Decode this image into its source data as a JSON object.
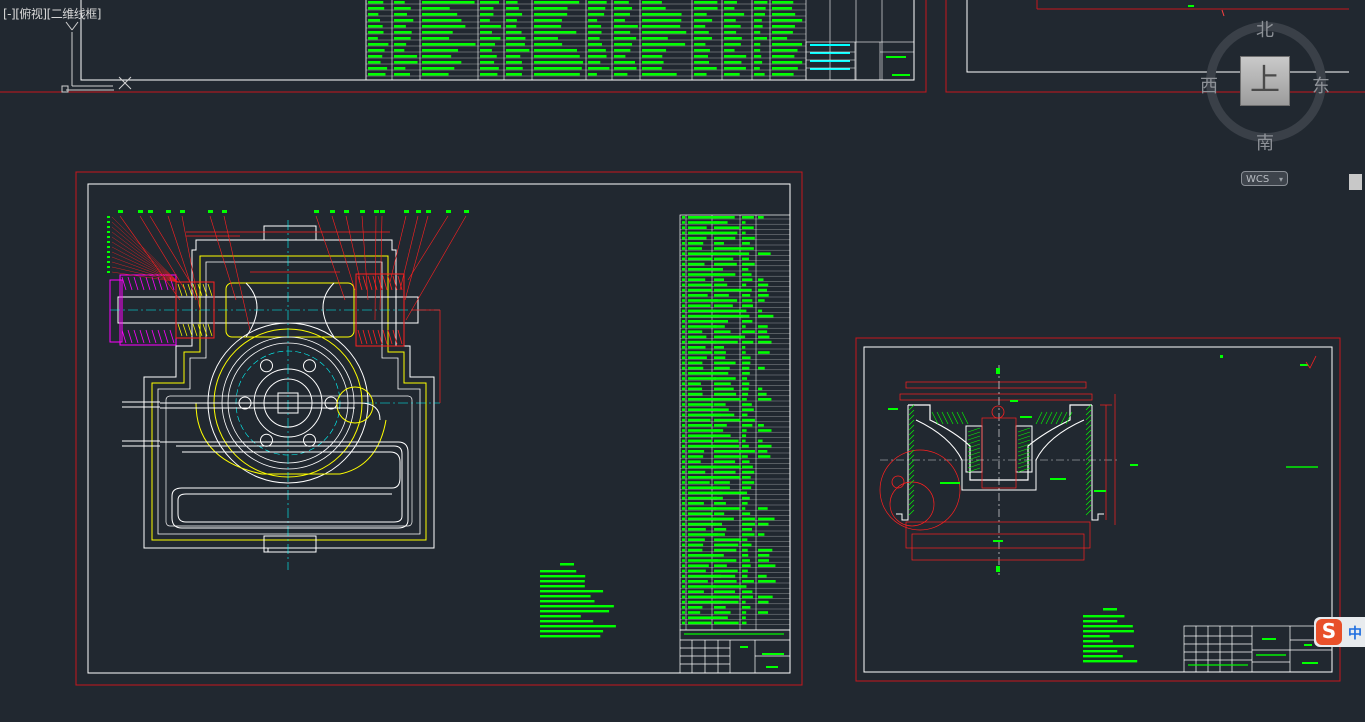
{
  "viewport_label": {
    "controls": "[-]",
    "view": "[俯视]",
    "visual_style": "[二维线框]"
  },
  "viewcube": {
    "north": "北",
    "south": "南",
    "west": "西",
    "east": "东",
    "top_face": "上"
  },
  "wcs_menu": {
    "label": "WCS",
    "arrow": "▾"
  },
  "ime": {
    "logo": "S",
    "mode": "中"
  },
  "colors": {
    "background": "#212830",
    "sheet_border": "#c8161d",
    "inner_frame": "#ffffff",
    "table_text": "#00ff00",
    "geometry_yellow": "#ffff00",
    "centerline_cyan": "#00ffff",
    "dimension_red": "#ff2020",
    "seal_magenta": "#ff00ff"
  }
}
